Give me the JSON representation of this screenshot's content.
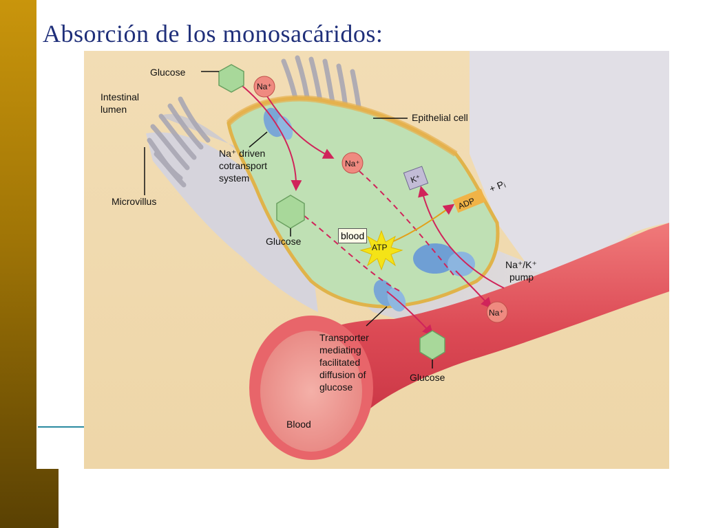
{
  "title": "Absorción de los monosacáridos:",
  "figure": {
    "labels": {
      "glucose_top": "Glucose",
      "na_top": "Na⁺",
      "intestinal_lumen_1": "Intestinal",
      "intestinal_lumen_2": "lumen",
      "epithelial_cell": "Epithelial cell",
      "na_driven_1": "Na⁺ driven",
      "na_driven_2": "cotransport",
      "na_driven_3": "system",
      "na_mid": "Na⁺",
      "k_plus": "K⁺",
      "microvillus": "Microvillus",
      "adp": "ADP",
      "plus_pi": "+ Pᵢ",
      "glucose_mid": "Glucose",
      "atp": "ATP",
      "pump_1": "Na⁺/K⁺",
      "pump_2": "pump",
      "na_bottom": "Na⁺",
      "transporter_1": "Transporter",
      "transporter_2": "mediating",
      "transporter_3": "facilitated",
      "transporter_4": "diffusion of",
      "transporter_5": "glucose",
      "glucose_bottom": "Glucose",
      "blood": "Blood"
    },
    "annotation": "blood"
  },
  "colors": {
    "title": "#1f2f7a",
    "sidebar": "#a07506",
    "cell": "#bfe0b4",
    "vessel": "#e0545c",
    "background": "#f0dcb6"
  }
}
